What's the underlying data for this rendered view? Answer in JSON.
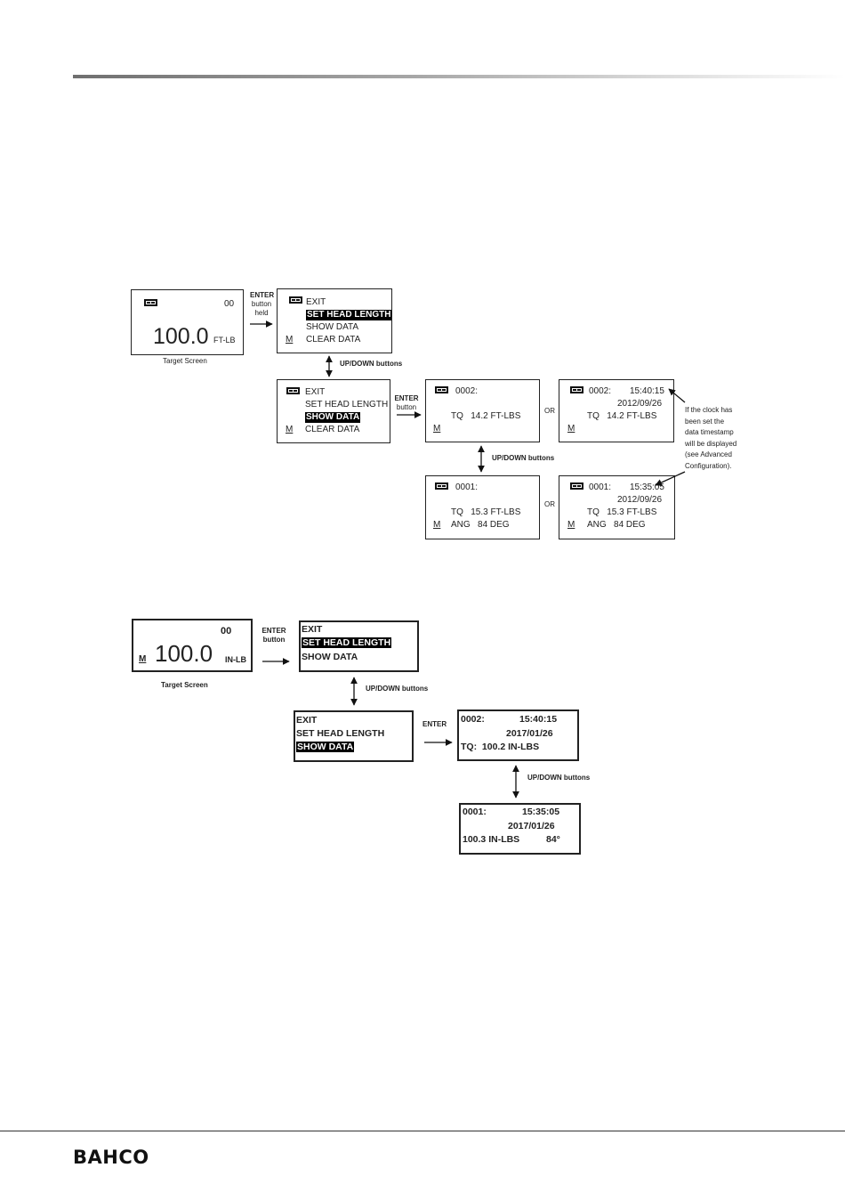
{
  "brand": "BAHCO",
  "d1": {
    "target": {
      "count": "00",
      "value": "100.0",
      "unit": "FT-LB",
      "caption": "Target Screen"
    },
    "enter_held": [
      "ENTER",
      "button",
      "held"
    ],
    "menu": {
      "exit": "EXIT",
      "head": "SET HEAD LENGTH",
      "show": "SHOW DATA",
      "m": "M",
      "clear": "CLEAR DATA"
    },
    "updown_label": "UP/DOWN buttons",
    "enter_button": [
      "ENTER",
      "button"
    ],
    "or_label": "OR",
    "rec2": {
      "id": "0002:",
      "tq": "TQ   14.2 FT-LBS",
      "m": "M"
    },
    "rec2_ts": {
      "id": "0002:",
      "time": "15:40:15",
      "date": "2012/09/26",
      "tq": "TQ   14.2 FT-LBS",
      "m": "M"
    },
    "rec1": {
      "id": "0001:",
      "tq": "TQ   15.3 FT-LBS",
      "ang": "ANG   84 DEG",
      "m": "M"
    },
    "rec1_ts": {
      "id": "0001:",
      "time": "15:35:05",
      "date": "2012/09/26",
      "tq": "TQ   15.3 FT-LBS",
      "ang": "ANG   84 DEG",
      "m": "M"
    },
    "note": [
      "If the clock has",
      "been set the",
      "data timestamp",
      "will be displayed",
      "(see Advanced",
      "Configuration)."
    ]
  },
  "d2": {
    "target": {
      "count": "00",
      "m": "M",
      "value": "100.0",
      "unit": "IN-LB",
      "caption": "Target Screen"
    },
    "enter_button": [
      "ENTER",
      "button"
    ],
    "menu": {
      "exit": "EXIT",
      "head": "SET HEAD LENGTH",
      "show": "SHOW DATA"
    },
    "updown_label": "UP/DOWN buttons",
    "enter_label": "ENTER",
    "rec2": {
      "id": "0002:",
      "time": "15:40:15",
      "date": "2017/01/26",
      "tq": "TQ:  100.2 IN-LBS"
    },
    "rec1": {
      "id": "0001:",
      "time": "15:35:05",
      "date": "2017/01/26",
      "val": "100.3 IN-LBS",
      "deg": "84°"
    }
  }
}
